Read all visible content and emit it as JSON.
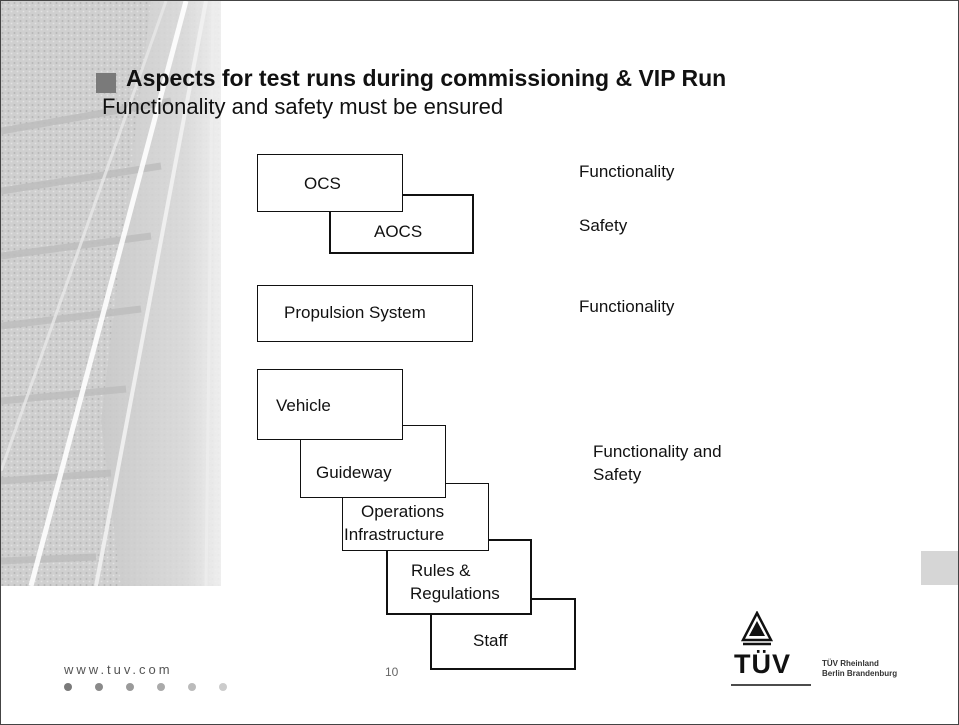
{
  "slide": {
    "title": "Aspects for test runs during commissioning & VIP Run",
    "subtitle": "Functionality and safety must be ensured"
  },
  "diagram": {
    "ocs": "OCS",
    "aocs": "AOCS",
    "propulsion": "Propulsion System",
    "vehicle": "Vehicle",
    "guideway": "Guideway",
    "operations_line1": "Operations",
    "operations_line2": "Infrastructure",
    "rules_line1": "Rules &",
    "rules_line2": "Regulations",
    "staff": "Staff"
  },
  "labels": {
    "functionality_1": "Functionality",
    "safety": "Safety",
    "functionality_2": "Functionality",
    "func_safety_line1": "Functionality and",
    "func_safety_line2": "Safety"
  },
  "footer": {
    "url": "www.tuv.com",
    "page_number": "10",
    "logo_word": "TÜV",
    "company_line1": "TÜV Rheinland",
    "company_line2": "Berlin Brandenburg"
  },
  "colors": {
    "bullet": "#7a7a7a",
    "text": "#111111",
    "tab": "#d6d6d6"
  }
}
